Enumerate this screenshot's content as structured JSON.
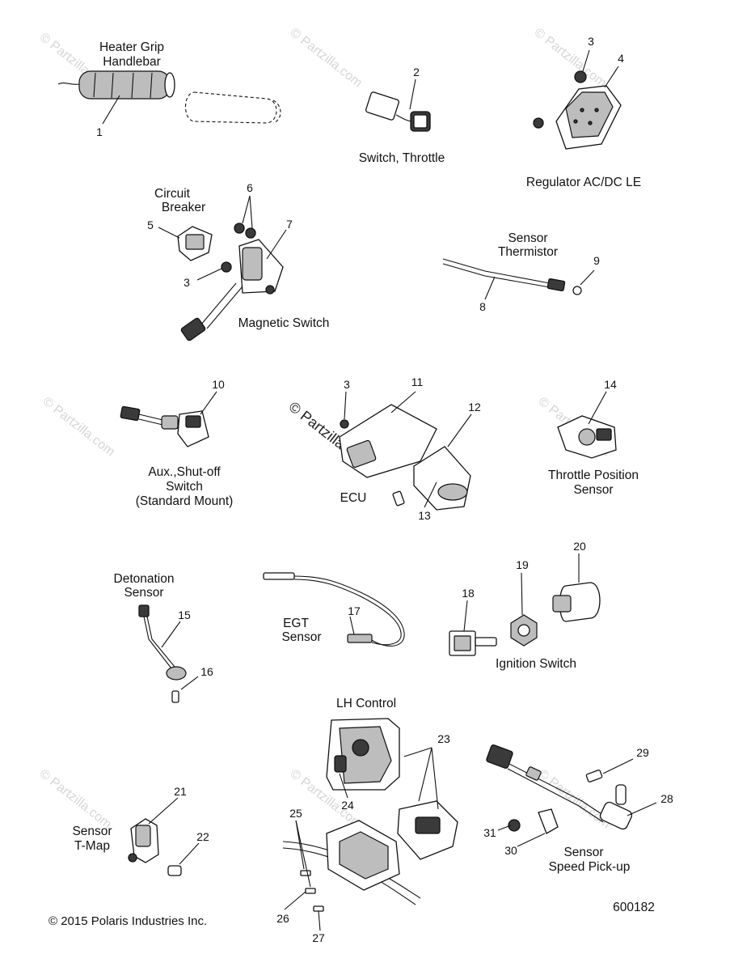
{
  "watermark": "© Partzilla.com",
  "captions": {
    "heater_grip_1": "Heater Grip",
    "heater_grip_2": "Handlebar",
    "switch_throttle": "Switch, Throttle",
    "regulator": "Regulator AC/DC LE",
    "circuit_breaker_1": "Circuit",
    "circuit_breaker_2": "Breaker",
    "magnetic_switch": "Magnetic Switch",
    "sensor_thermistor_1": "Sensor",
    "sensor_thermistor_2": "Thermistor",
    "aux_switch_1": "Aux.,Shut-off",
    "aux_switch_2": "Switch",
    "aux_switch_3": "(Standard Mount)",
    "ecu": "ECU",
    "tps_1": "Throttle Position",
    "tps_2": "Sensor",
    "detonation_1": "Detonation",
    "detonation_2": "Sensor",
    "egt_1": "EGT",
    "egt_2": "Sensor",
    "ignition_switch": "Ignition Switch",
    "lh_control": "LH Control",
    "sensor_tmap_1": "Sensor",
    "sensor_tmap_2": "T-Map",
    "speed_pickup_1": "Sensor",
    "speed_pickup_2": "Speed Pick-up"
  },
  "callouts": {
    "n1": "1",
    "n2": "2",
    "n3a": "3",
    "n4": "4",
    "n5": "5",
    "n6": "6",
    "n3b": "3",
    "n7": "7",
    "n8": "8",
    "n9": "9",
    "n10": "10",
    "n3c": "3",
    "n11": "11",
    "n12": "12",
    "n13": "13",
    "n14": "14",
    "n15": "15",
    "n16": "16",
    "n17": "17",
    "n18": "18",
    "n19": "19",
    "n20": "20",
    "n21": "21",
    "n22": "22",
    "n23": "23",
    "n24": "24",
    "n25": "25",
    "n26": "26",
    "n27": "27",
    "n28": "28",
    "n29": "29",
    "n30": "30",
    "n31": "31"
  },
  "footer": {
    "copyright": "© 2015 Polaris Industries Inc.",
    "diagram_number": "600182"
  }
}
